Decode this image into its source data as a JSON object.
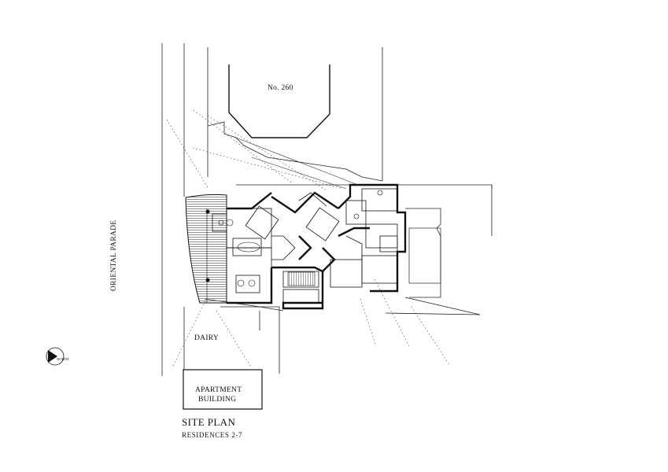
{
  "labels": {
    "neighbour": "No. 260",
    "street": "ORIENTAL PARADE",
    "dairy": "DAIRY",
    "apartment_line1": "APARTMENT",
    "apartment_line2": "BUILDING",
    "north": "NORTH"
  },
  "title": {
    "main": "SITE PLAN",
    "sub": "RESIDENCES 2-7"
  },
  "colors": {
    "ink": "#111111",
    "hatch": "#555555",
    "paper": "#ffffff"
  }
}
